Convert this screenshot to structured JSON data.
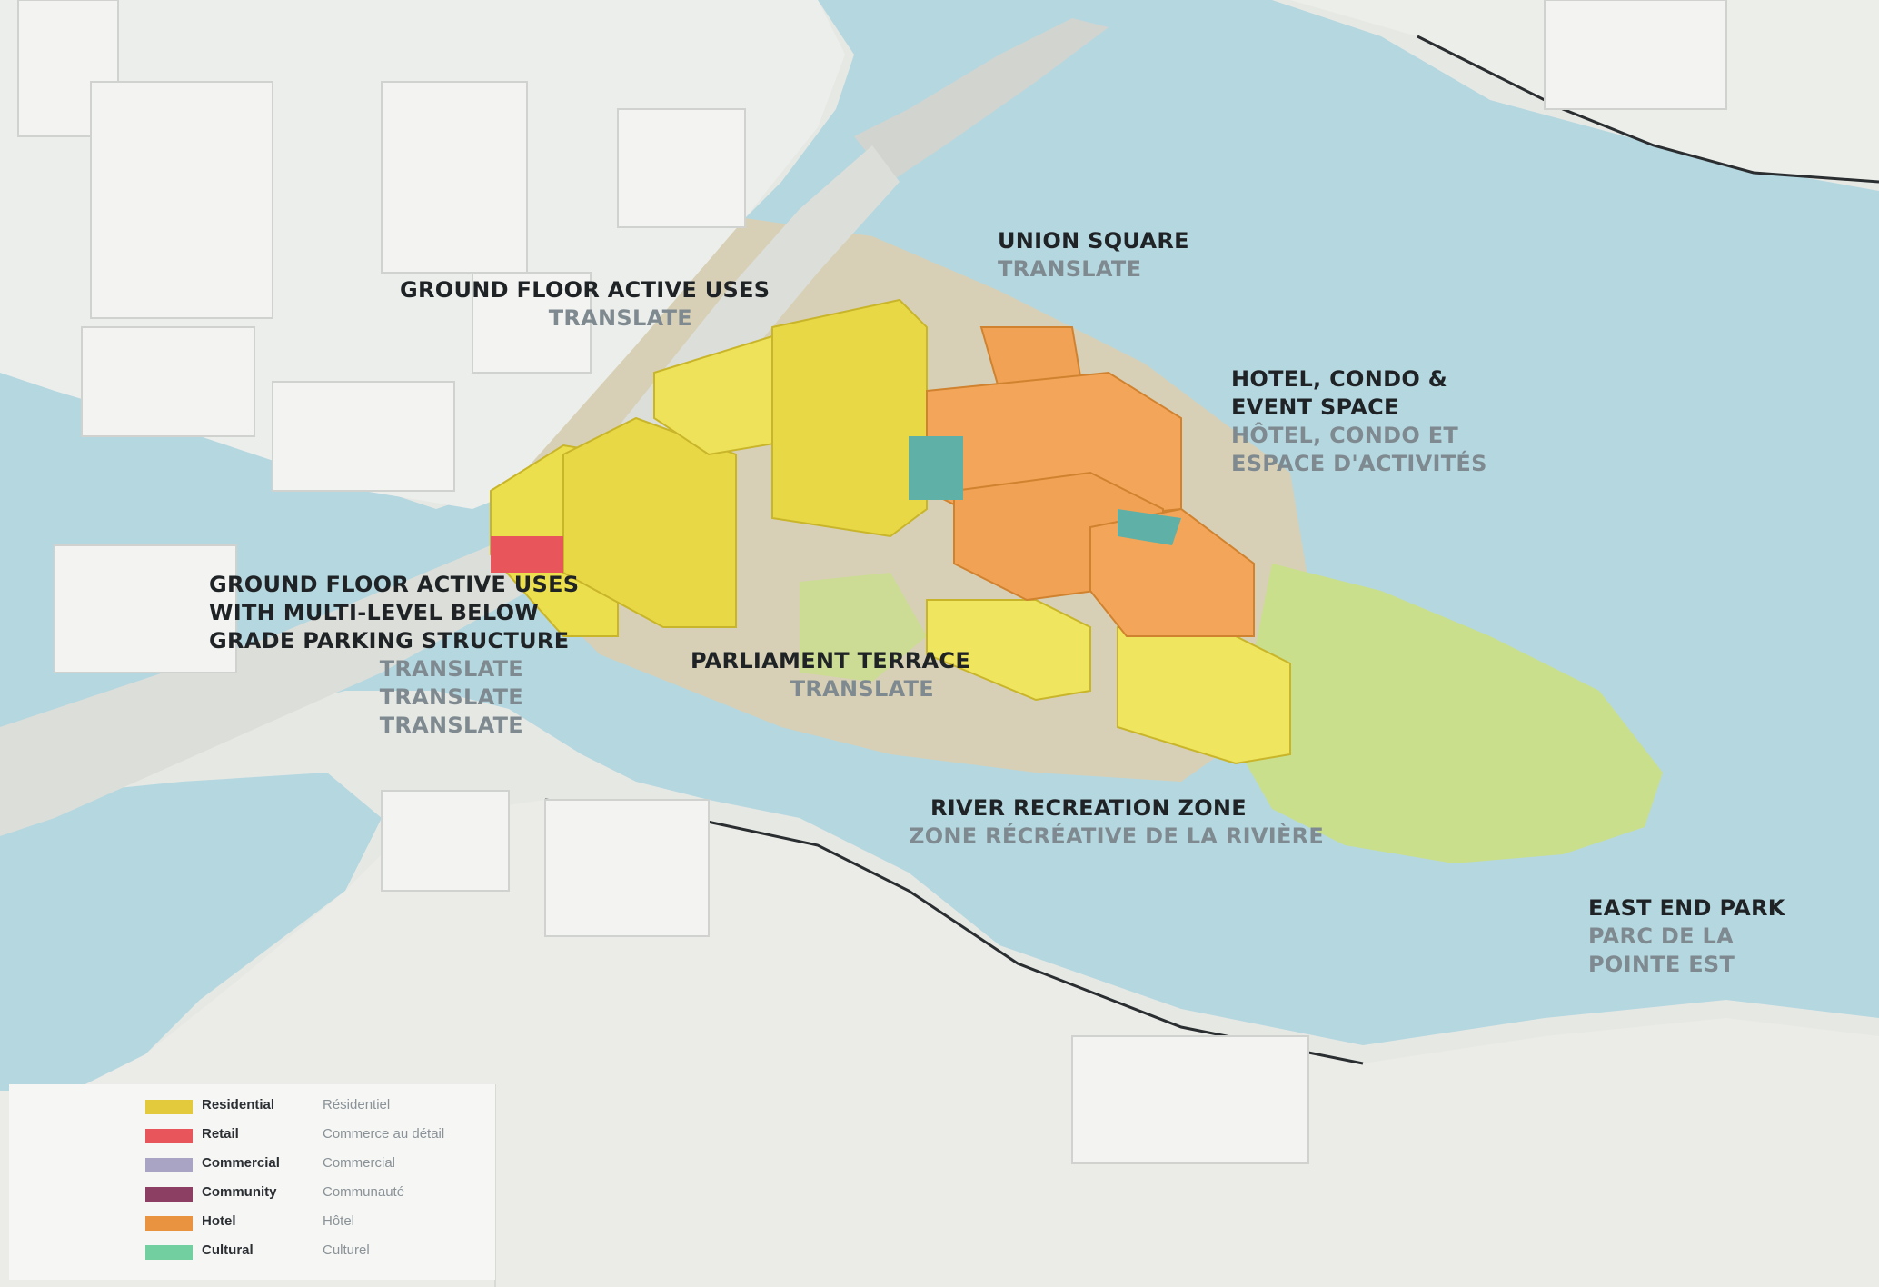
{
  "labels": {
    "union_square": {
      "en": "UNION SQUARE",
      "fr": "TRANSLATE"
    },
    "ground_floor_active_uses": {
      "en": "GROUND FLOOR ACTIVE USES",
      "fr": "TRANSLATE"
    },
    "hotel_condo": {
      "en_1": "HOTEL, CONDO &",
      "en_2": "EVENT SPACE",
      "fr_1": "HÔTEL, CONDO ET",
      "fr_2": "ESPACE D'ACTIVITÉS"
    },
    "ground_floor_parking": {
      "en_1": "GROUND FLOOR ACTIVE USES",
      "en_2": "WITH MULTI-LEVEL BELOW",
      "en_3": "GRADE PARKING STRUCTURE",
      "fr_1": "TRANSLATE",
      "fr_2": "TRANSLATE",
      "fr_3": "TRANSLATE"
    },
    "parliament_terrace": {
      "en": "PARLIAMENT TERRACE",
      "fr": "TRANSLATE"
    },
    "river_recreation": {
      "en": "RIVER RECREATION ZONE",
      "fr": "ZONE RÉCRÉATIVE DE LA RIVIÈRE"
    },
    "east_end_park": {
      "en": "EAST END PARK",
      "fr_1": "PARC DE LA",
      "fr_2": "POINTE EST"
    }
  },
  "legend": {
    "items": [
      {
        "en": "Residential",
        "fr": "Résidentiel",
        "color": "#e3c93c"
      },
      {
        "en": "Retail",
        "fr": "Commerce au détail",
        "color": "#e8555a"
      },
      {
        "en": "Commercial",
        "fr": "Commercial",
        "color": "#a9a3c4"
      },
      {
        "en": "Community",
        "fr": "Communauté",
        "color": "#8c3e63"
      },
      {
        "en": "Hotel",
        "fr": "Hôtel",
        "color": "#e9923f"
      },
      {
        "en": "Cultural",
        "fr": "Culturel",
        "color": "#72cfa0"
      }
    ]
  },
  "colors": {
    "water": "#b5d7e0",
    "land": "#e8eae6",
    "site_ground": "#d7d0b6",
    "park": "#c9df8c",
    "residential": "#ecdf4e",
    "hotel": "#f1a255",
    "teal_roof": "#5fb0a6",
    "retail": "#e8555a",
    "building_white": "#f3f4f2"
  }
}
